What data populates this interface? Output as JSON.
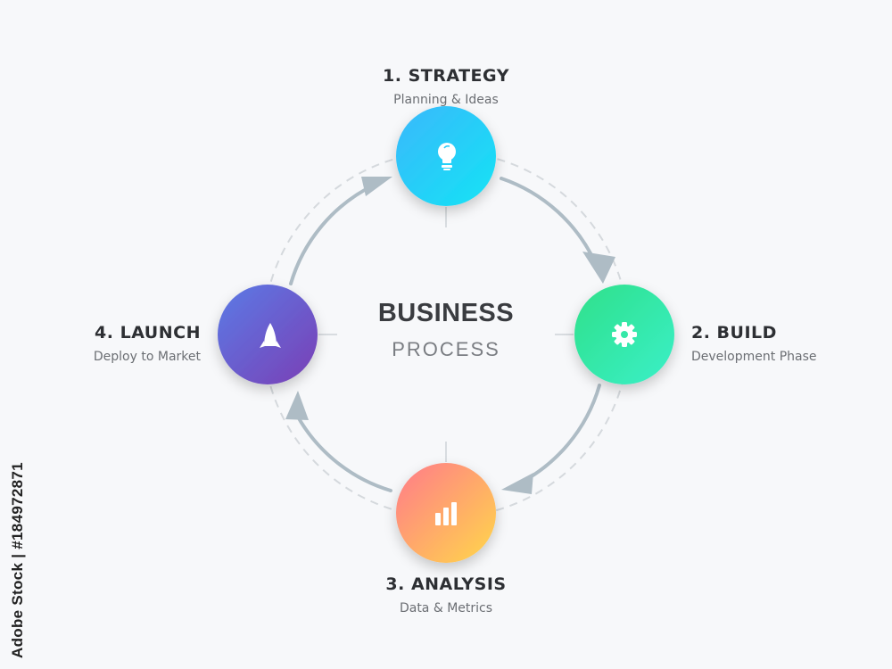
{
  "diagram": {
    "center": {
      "title": "BUSINESS",
      "subtitle": "PROCESS"
    },
    "steps": [
      {
        "title": "1. STRATEGY",
        "subtitle": "Planning & Ideas",
        "icon": "lightbulb-icon",
        "colors": [
          "#3ab8fb",
          "#14e4f5"
        ]
      },
      {
        "title": "2. BUILD",
        "subtitle": "Development Phase",
        "icon": "gear-icon",
        "colors": [
          "#2ee08a",
          "#3bf0c8"
        ]
      },
      {
        "title": "3. ANALYSIS",
        "subtitle": "Data & Metrics",
        "icon": "bar-chart-icon",
        "colors": [
          "#ff7a8a",
          "#ffd84a"
        ]
      },
      {
        "title": "4. LAUNCH",
        "subtitle": "Deploy to Market",
        "icon": "rocket-icon",
        "colors": [
          "#5b7be6",
          "#7a3fb5"
        ]
      }
    ],
    "colors": {
      "arrow": "#aebcc5",
      "dashed_ring": "#d5d9dd",
      "background": "#f7f8fa"
    }
  },
  "watermark": {
    "side_text": "Adobe Stock | #184972871"
  }
}
